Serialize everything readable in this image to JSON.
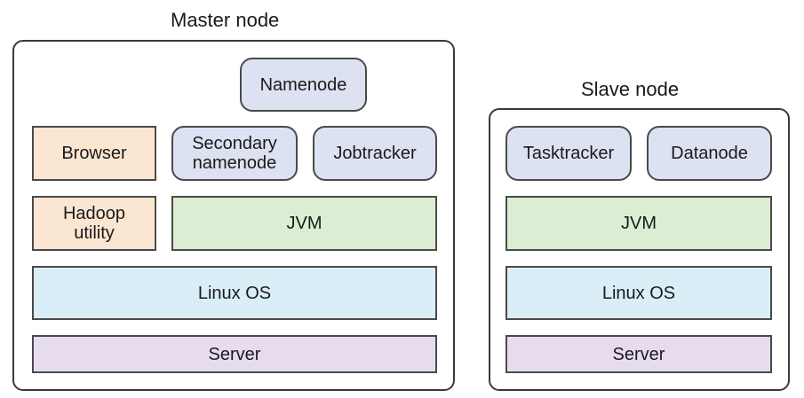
{
  "master": {
    "title": "Master node",
    "namenode": "Namenode",
    "browser": "Browser",
    "secondary_namenode": "Secondary\nnamenode",
    "jobtracker": "Jobtracker",
    "hadoop_utility": "Hadoop\nutility",
    "jvm": "JVM",
    "os": "Linux OS",
    "server": "Server"
  },
  "slave": {
    "title": "Slave node",
    "tasktracker": "Tasktracker",
    "datanode": "Datanode",
    "jvm": "JVM",
    "os": "Linux OS",
    "server": "Server"
  },
  "colors": {
    "daemon": "#dde2f3",
    "client": "#fbe6d2",
    "jvm": "#dbeed3",
    "os": "#daeef8",
    "server": "#e6dcee",
    "border": "#4a4a4a"
  }
}
